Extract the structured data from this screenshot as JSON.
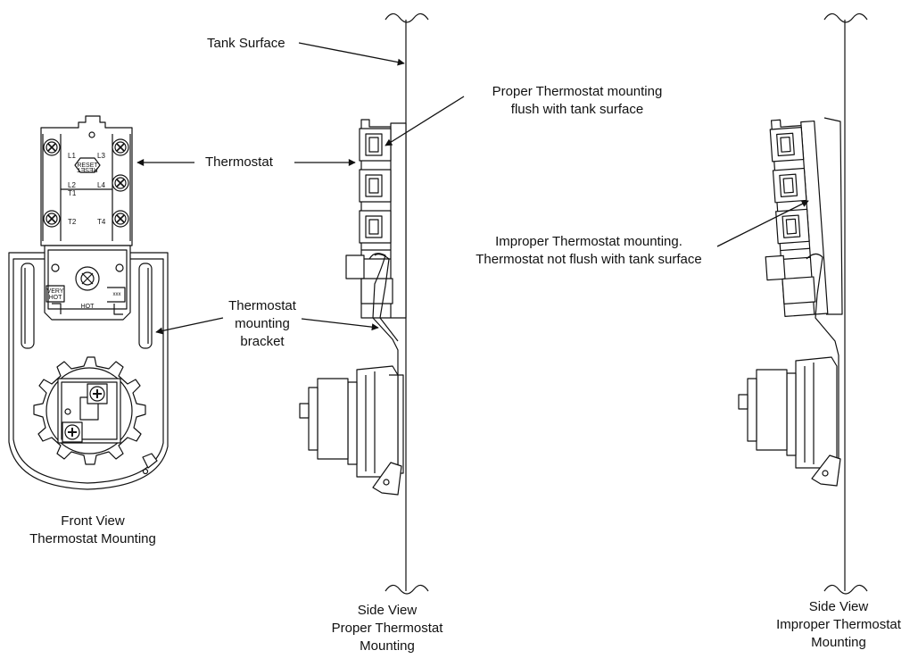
{
  "labels": {
    "tank_surface": "Tank Surface",
    "thermostat": "Thermostat",
    "bracket": [
      "Thermostat",
      "mounting",
      "bracket"
    ],
    "proper_callout": [
      "Proper Thermostat mounting",
      "flush with tank surface"
    ],
    "improper_callout": [
      "Improper Thermostat mounting.",
      "Thermostat not flush with tank surface"
    ],
    "front_caption": [
      "Front View",
      "Thermostat Mounting"
    ],
    "side_proper_caption": [
      "Side View",
      "Proper Thermostat",
      "Mounting"
    ],
    "side_improper_caption": [
      "Side View",
      "Improper Thermostat",
      "Mounting"
    ]
  },
  "thermostat_plate": {
    "terminals_left": [
      "L1",
      "L2",
      "T1",
      "T2"
    ],
    "terminals_right": [
      "L3",
      "L4",
      "T4"
    ],
    "reset": "RESET",
    "very_hot": [
      "VERY",
      "HOT"
    ],
    "hot": "HOT",
    "xxx": "xxx"
  },
  "colors": {
    "line": "#111111",
    "background": "#ffffff"
  }
}
